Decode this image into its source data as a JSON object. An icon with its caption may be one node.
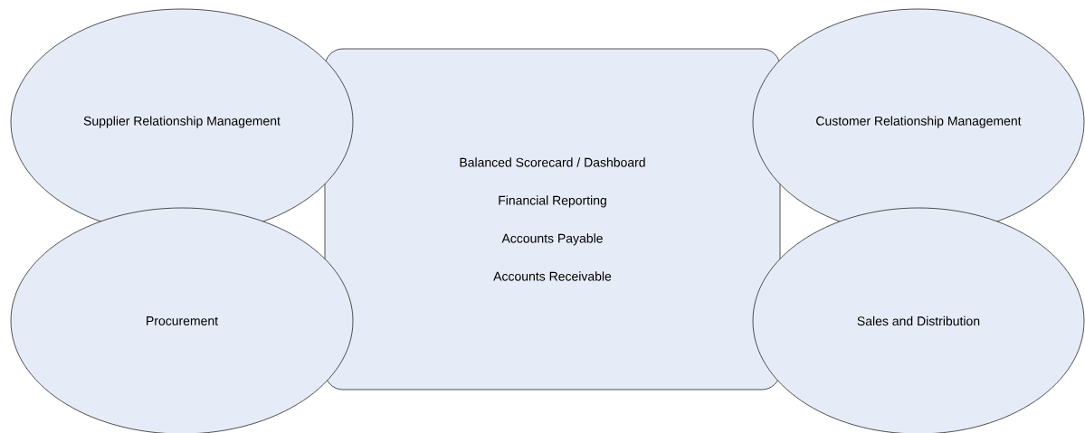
{
  "diagram": {
    "nodes": [
      {
        "text": [
          "Supplier Relationship Management"
        ]
      },
      {
        "text": [
          "Balanced Scorecard / Dashboard",
          "Financial Reporting",
          "Accounts Payable",
          "Accounts Receivable"
        ]
      },
      {
        "text": [
          "Customer Relationship Management"
        ]
      },
      {
        "text": [
          "Procurement"
        ]
      },
      {
        "text": [
          "Sales and Distribution"
        ]
      }
    ]
  }
}
